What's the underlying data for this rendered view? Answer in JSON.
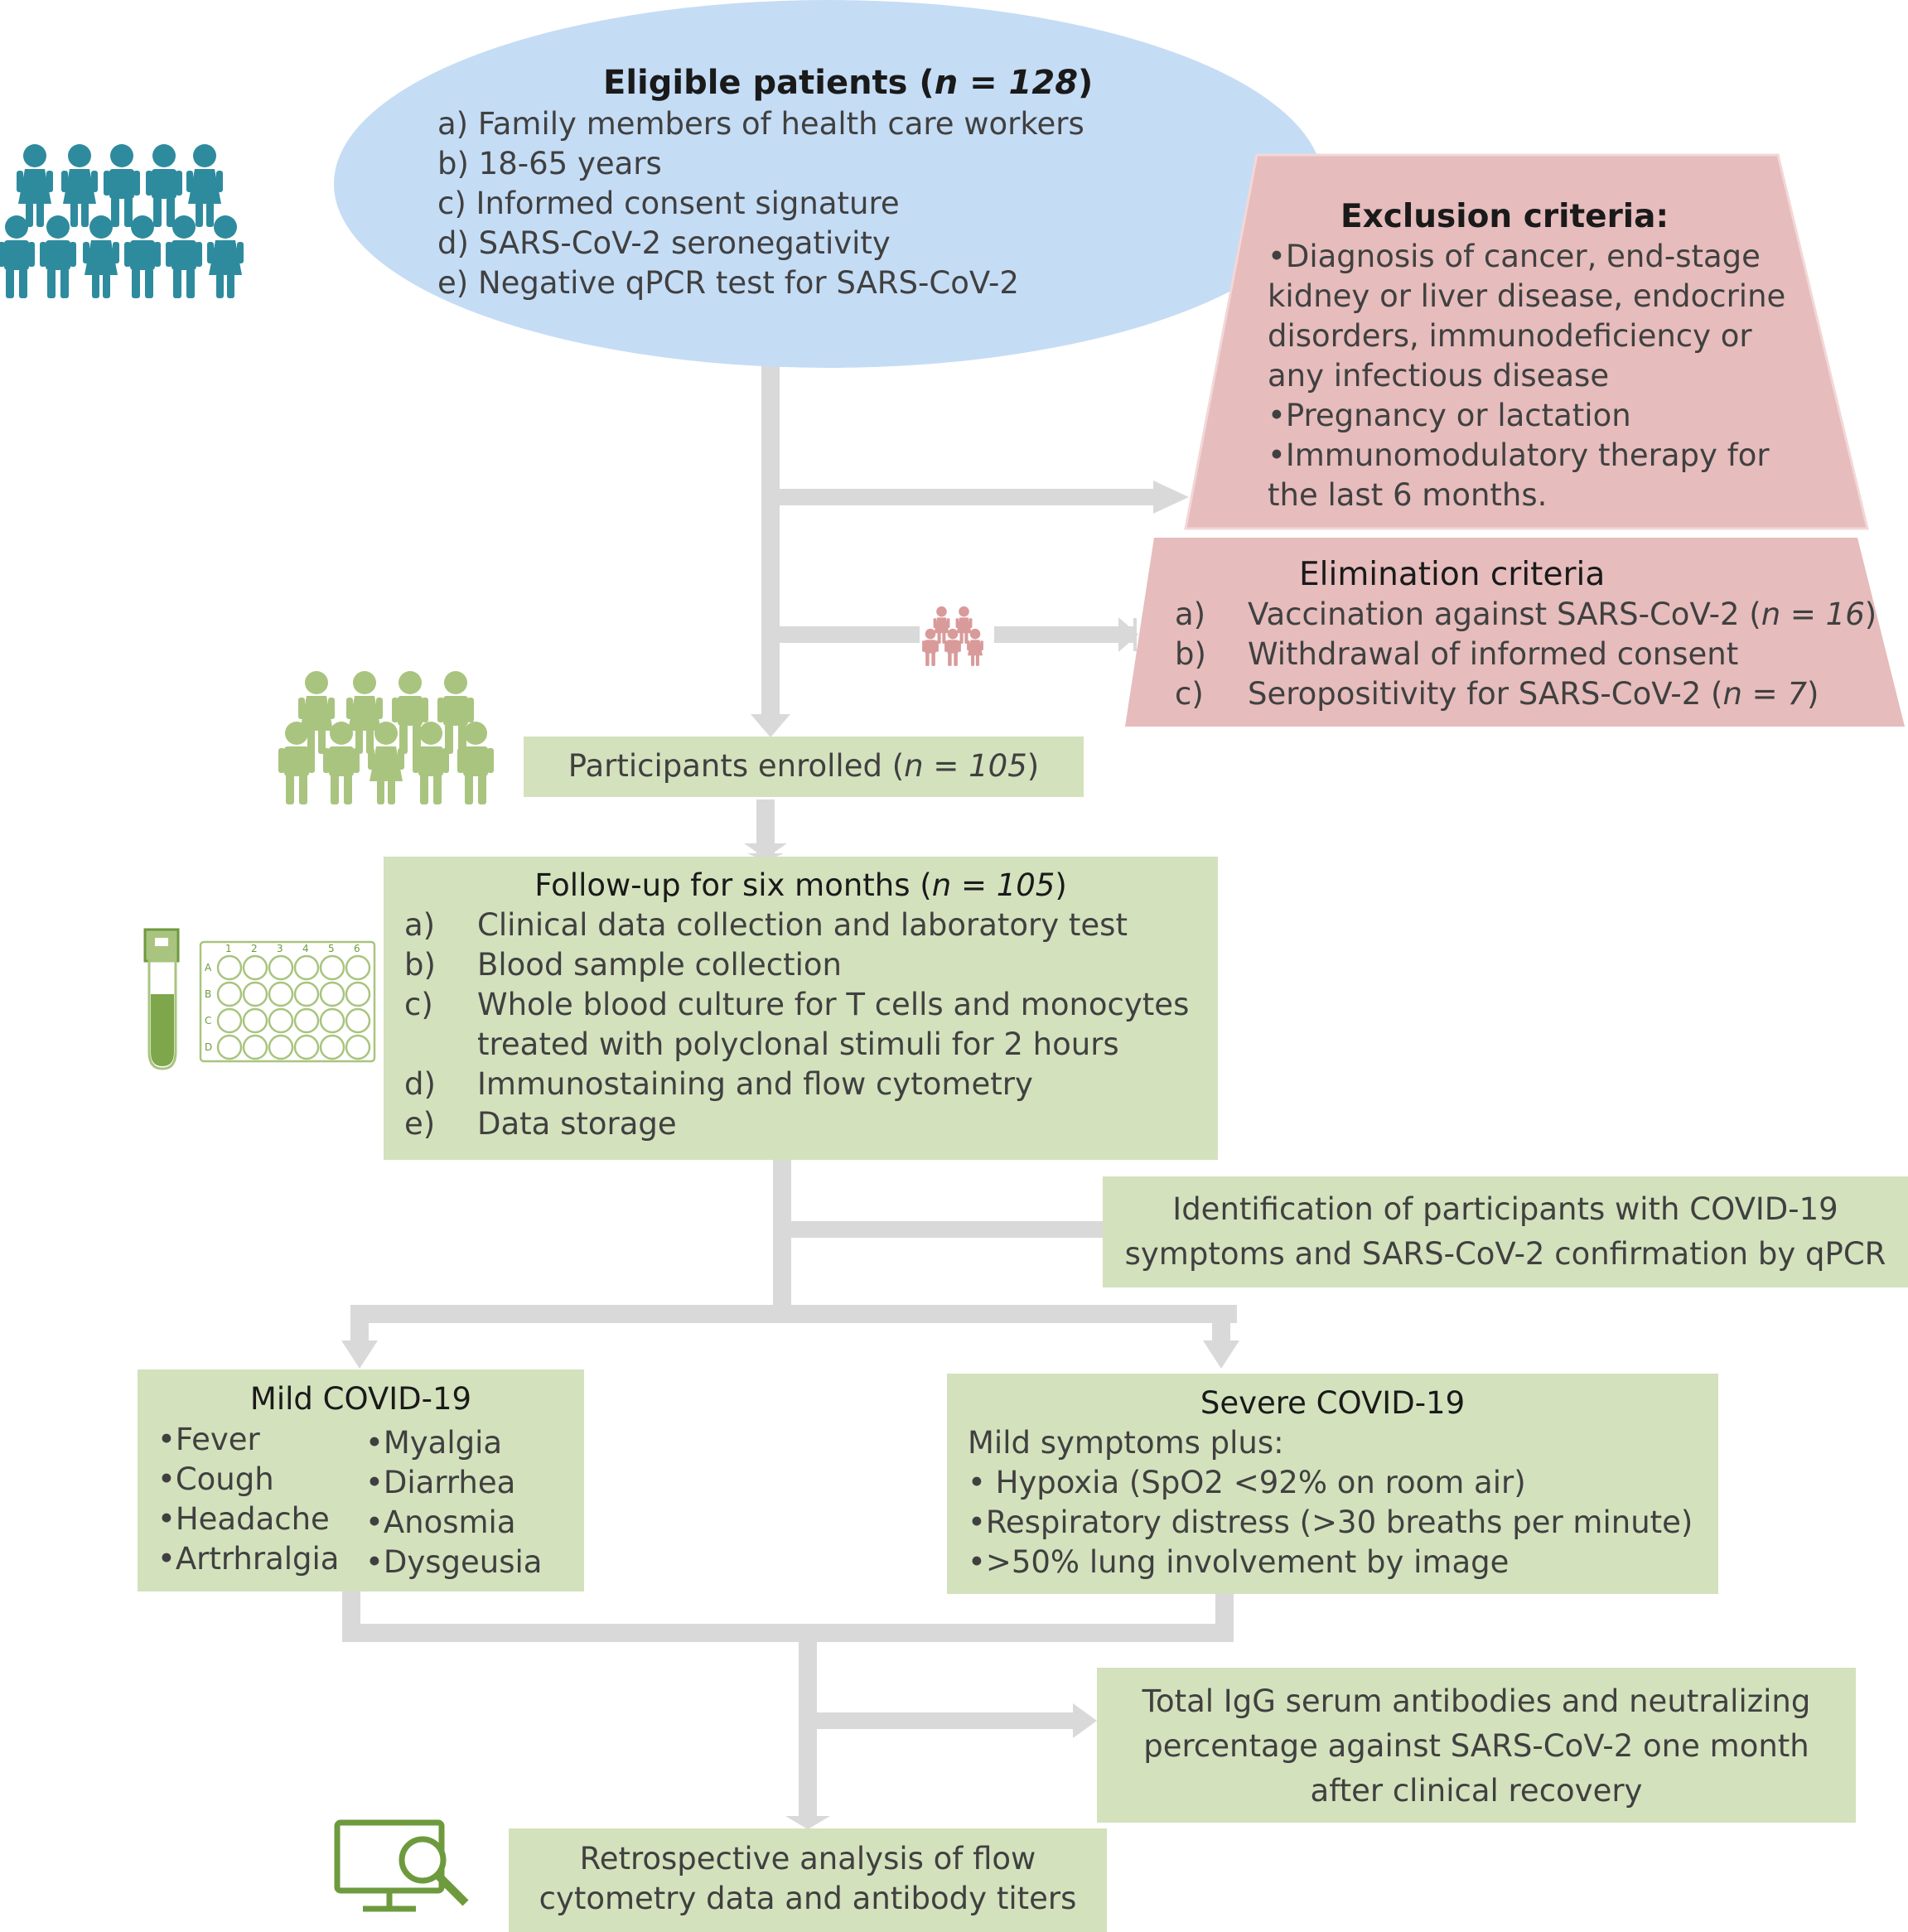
{
  "eligible": {
    "title": "Eligible patients (",
    "title_n": "n = 128",
    "title_close": ")",
    "items": [
      "a) Family members of health care workers",
      "b) 18-65 years",
      "c) Informed consent signature",
      "d) SARS-CoV-2 seronegativity",
      "e) Negative qPCR test for SARS-CoV-2"
    ]
  },
  "exclusion": {
    "title": "Exclusion criteria:",
    "lines": [
      "•Diagnosis of cancer, end-stage",
      "kidney or liver disease, endocrine",
      "disorders, immunodeficiency  or",
      "any infectious disease",
      "•Pregnancy or lactation",
      "•Immunomodulatory therapy for",
      "the last 6 months."
    ]
  },
  "elimination": {
    "title": "Elimination criteria",
    "items": [
      {
        "label": "a)",
        "text": "Vaccination against SARS-CoV-2 (",
        "n": "n = 16",
        "close": ")"
      },
      {
        "label": "b)",
        "text": "Withdrawal of informed consent",
        "n": "",
        "close": ""
      },
      {
        "label": "c)",
        "text": "Seropositivity for SARS-CoV-2  (",
        "n": "n = 7",
        "close": ")"
      }
    ]
  },
  "enrolled": {
    "text": "Participants enrolled (",
    "n": "n = 105",
    "close": ")"
  },
  "followup": {
    "title": "Follow-up for six months (",
    "title_n": "n = 105",
    "title_close": ")",
    "items": [
      {
        "label": "a)",
        "text": "Clinical data collection and laboratory test"
      },
      {
        "label": "b)",
        "text": "Blood sample collection"
      },
      {
        "label": "c)",
        "text": "Whole blood culture for T cells and monocytes"
      },
      {
        "label": "",
        "text": "treated with polyclonal stimuli for 2 hours"
      },
      {
        "label": "d)",
        "text": "Immunostaining and flow cytometry"
      },
      {
        "label": "e)",
        "text": "Data storage"
      }
    ]
  },
  "identification": {
    "lines": [
      "Identification of participants with COVID-19",
      "symptoms and SARS-CoV-2 confirmation by qPCR"
    ]
  },
  "mild": {
    "title": "Mild COVID-19",
    "col1": [
      "•Fever",
      "•Cough",
      "•Headache",
      "•Artrhralgia"
    ],
    "col2": [
      "•Myalgia",
      "•Diarrhea",
      "•Anosmia",
      "•Dysgeusia"
    ]
  },
  "severe": {
    "title": "Severe  COVID-19",
    "lines": [
      "Mild symptoms plus:",
      "• Hypoxia (SpO2 <92% on room air)",
      "•Respiratory distress (>30 breaths per minute)",
      "•>50% lung involvement by image"
    ]
  },
  "igg": {
    "lines": [
      "Total IgG serum antibodies and neutralizing",
      "percentage against SARS-CoV-2 one month",
      "after clinical recovery"
    ]
  },
  "retro": {
    "lines": [
      "Retrospective analysis of flow",
      "cytometry data and antibody titers"
    ]
  },
  "plate": {
    "cols": [
      "1",
      "2",
      "3",
      "4",
      "5",
      "6"
    ],
    "rows": [
      "A",
      "B",
      "C",
      "D"
    ]
  },
  "colors": {
    "teal": "#2e8b9e",
    "green_people": "#a9c47f",
    "pink_people": "#d99a9a",
    "blue_ellipse": "#c5dcf5",
    "pink_box": "#e6bcbc",
    "green_box": "#d4e1bd",
    "arrow": "#d9d9d9",
    "icon_green": "#6e9a3e"
  }
}
